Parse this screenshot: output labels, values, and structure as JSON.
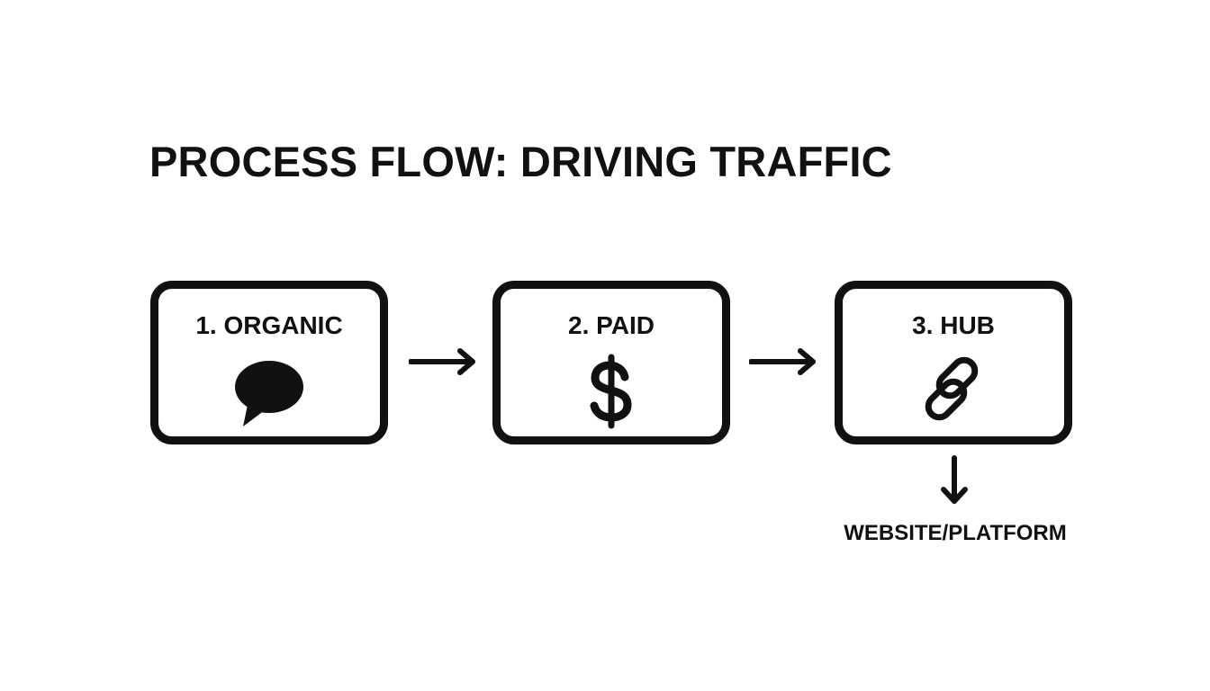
{
  "diagram": {
    "title": "PROCESS FLOW: DRIVING TRAFFIC",
    "steps": [
      {
        "label": "1. ORGANIC",
        "icon": "speech-bubble-icon"
      },
      {
        "label": "2. PAID",
        "icon": "dollar-sign-icon"
      },
      {
        "label": "3. HUB",
        "icon": "chain-link-icon"
      }
    ],
    "destination": "WEBSITE/PLATFORM",
    "colors": {
      "ink": "#111111",
      "background": "#ffffff"
    }
  }
}
